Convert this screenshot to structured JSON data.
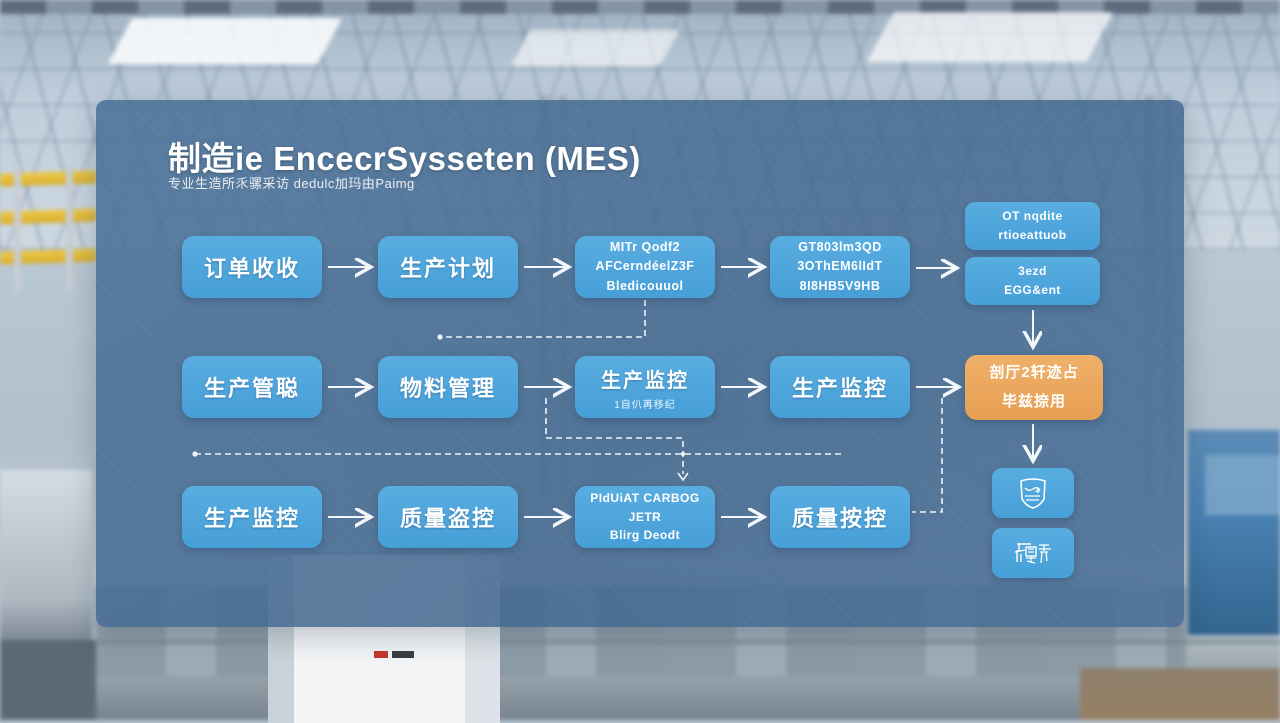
{
  "slide": {
    "title": "制造ie EncecrSysseten (MES)",
    "subtitle": "专业生造所乑骡采访 dedulc加玛由Paimg"
  },
  "colors": {
    "box_blue": "#4FA7DD",
    "box_orange": "#EBA55F",
    "panel_overlay": "rgba(66,104,144,0.85)",
    "connector": "#F2F7FB",
    "railing_yellow": "#E3BC3C"
  },
  "boxes": {
    "r1c1": {
      "label": "订单收收"
    },
    "r1c2": {
      "label": "生产计划"
    },
    "r1c3": {
      "line1": "MITr Qodf2",
      "line2": "AFCerndéelZ3F",
      "line3": "Bledicouuol"
    },
    "r1c4": {
      "line1": "GT803lm3QD",
      "line2": "3OThEM6lIdT",
      "line3": "8I8HB5V9HB"
    },
    "r1c5a": {
      "line1": "OT nqdite",
      "line2": "rtioeattuob"
    },
    "r1c5b": {
      "line1": "3ezd",
      "line2": "EGG&ent"
    },
    "r2c1": {
      "label": "生产管聪"
    },
    "r2c2": {
      "label": "物料管理"
    },
    "r2c3": {
      "label": "生产监控",
      "sub": "1自仈苒移纪"
    },
    "r2c4": {
      "label": "生产监控"
    },
    "r2c5": {
      "line1": "剖厅2轩迹占",
      "line2": "毕兹捺用"
    },
    "r3c1": {
      "label": "生产监控"
    },
    "r3c2": {
      "label": "质量盗控"
    },
    "r3c3": {
      "line1": "PIdUiAT CARBOG",
      "line2": "JETR",
      "line3": "Blirg Deodt"
    },
    "r3c4": {
      "label": "质量按控"
    }
  },
  "icons": {
    "shield_box": "shield-outline-icon",
    "glyph_box": "garbled-machine-icon"
  }
}
